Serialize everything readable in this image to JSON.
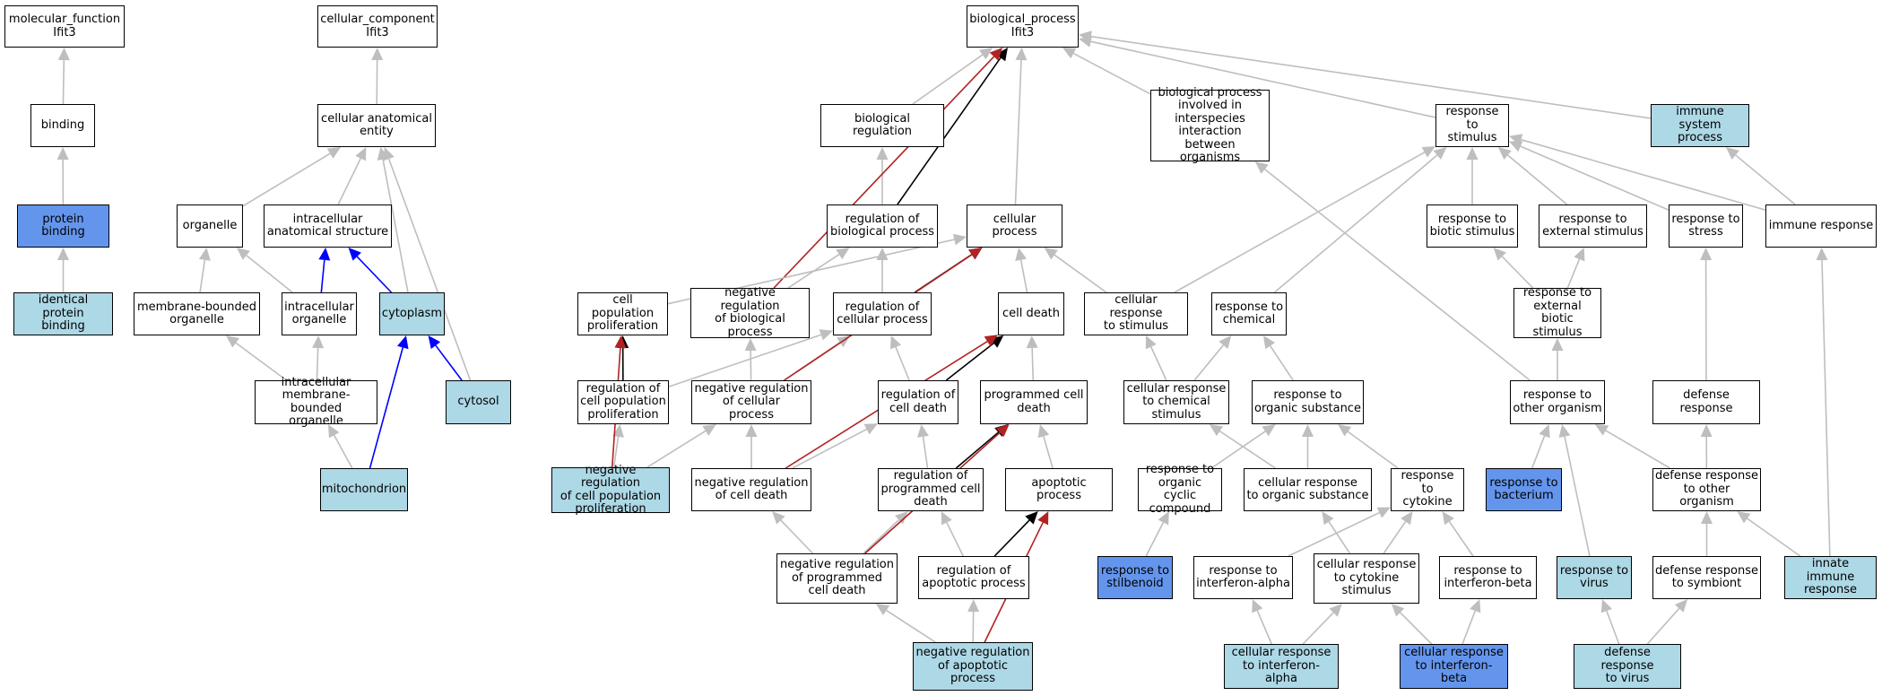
{
  "colors": {
    "light_fill": "#add8e6",
    "dark_fill": "#6495ed",
    "edge_gray": "#bebebe",
    "edge_black": "#000000",
    "edge_red": "#b22222",
    "edge_blue": "#0000ff"
  },
  "nodes": [
    {
      "id": "mf",
      "label": "molecular_function\nIfit3",
      "fill": "white"
    },
    {
      "id": "binding",
      "label": "binding",
      "fill": "white"
    },
    {
      "id": "protein_binding",
      "label": "protein binding",
      "fill": "dark"
    },
    {
      "id": "identical_protein_binding",
      "label": "identical protein\nbinding",
      "fill": "light"
    },
    {
      "id": "cc",
      "label": "cellular_component\nIfit3",
      "fill": "white"
    },
    {
      "id": "cae",
      "label": "cellular anatomical\nentity",
      "fill": "white"
    },
    {
      "id": "organelle",
      "label": "organelle",
      "fill": "white"
    },
    {
      "id": "ias",
      "label": "intracellular\nanatomical structure",
      "fill": "white"
    },
    {
      "id": "mbo",
      "label": "membrane-bounded\norganelle",
      "fill": "white"
    },
    {
      "id": "io",
      "label": "intracellular\norganelle",
      "fill": "white"
    },
    {
      "id": "cytoplasm",
      "label": "cytoplasm",
      "fill": "light"
    },
    {
      "id": "imbo",
      "label": "intracellular\nmembrane-bounded\norganelle",
      "fill": "white"
    },
    {
      "id": "cytosol",
      "label": "cytosol",
      "fill": "light"
    },
    {
      "id": "mito",
      "label": "mitochondrion",
      "fill": "light"
    },
    {
      "id": "bp",
      "label": "biological_process\nIfit3",
      "fill": "white"
    },
    {
      "id": "bioreg",
      "label": "biological regulation",
      "fill": "white"
    },
    {
      "id": "bpinter",
      "label": "biological process\ninvolved in\ninterspecies\ninteraction\nbetween organisms",
      "fill": "white"
    },
    {
      "id": "rts",
      "label": "response to\nstimulus",
      "fill": "white"
    },
    {
      "id": "isp",
      "label": "immune system\nprocess",
      "fill": "light"
    },
    {
      "id": "regbp",
      "label": "regulation of\nbiological process",
      "fill": "white"
    },
    {
      "id": "cellproc",
      "label": "cellular process",
      "fill": "white"
    },
    {
      "id": "rbs",
      "label": "response to\nbiotic stimulus",
      "fill": "white"
    },
    {
      "id": "res",
      "label": "response to\nexternal stimulus",
      "fill": "white"
    },
    {
      "id": "rstress",
      "label": "response to\nstress",
      "fill": "white"
    },
    {
      "id": "immresp",
      "label": "immune response",
      "fill": "white"
    },
    {
      "id": "cpp",
      "label": "cell population\nproliferation",
      "fill": "white"
    },
    {
      "id": "nrbp",
      "label": "negative regulation\nof biological\nprocess",
      "fill": "white"
    },
    {
      "id": "rcp",
      "label": "regulation of\ncellular process",
      "fill": "white"
    },
    {
      "id": "celldeath",
      "label": "cell death",
      "fill": "white"
    },
    {
      "id": "crs",
      "label": "cellular response\nto stimulus",
      "fill": "white"
    },
    {
      "id": "rchem",
      "label": "response to\nchemical",
      "fill": "white"
    },
    {
      "id": "rebs",
      "label": "response to\nexternal biotic\nstimulus",
      "fill": "white"
    },
    {
      "id": "rcpp",
      "label": "regulation of\ncell population\nproliferation",
      "fill": "white"
    },
    {
      "id": "nrcp",
      "label": "negative regulation\nof cellular\nprocess",
      "fill": "white"
    },
    {
      "id": "rcd",
      "label": "regulation of\ncell death",
      "fill": "white"
    },
    {
      "id": "pcd",
      "label": "programmed cell\ndeath",
      "fill": "white"
    },
    {
      "id": "crcs",
      "label": "cellular response\nto chemical\nstimulus",
      "fill": "white"
    },
    {
      "id": "ros",
      "label": "response to\norganic substance",
      "fill": "white"
    },
    {
      "id": "roo",
      "label": "response to\nother organism",
      "fill": "white"
    },
    {
      "id": "defresp",
      "label": "defense response",
      "fill": "white"
    },
    {
      "id": "nrcpp",
      "label": "negative regulation\nof cell population\nproliferation",
      "fill": "light"
    },
    {
      "id": "nrcd",
      "label": "negative regulation\nof cell death",
      "fill": "white"
    },
    {
      "id": "rpcd",
      "label": "regulation of\nprogrammed cell\ndeath",
      "fill": "white"
    },
    {
      "id": "apop",
      "label": "apoptotic process",
      "fill": "white"
    },
    {
      "id": "rocc",
      "label": "response to\norganic cyclic\ncompound",
      "fill": "white"
    },
    {
      "id": "cros",
      "label": "cellular response\nto organic substance",
      "fill": "white"
    },
    {
      "id": "rcyt",
      "label": "response to\ncytokine",
      "fill": "white"
    },
    {
      "id": "rbact",
      "label": "response to\nbacterium",
      "fill": "dark"
    },
    {
      "id": "droo",
      "label": "defense response\nto other organism",
      "fill": "white"
    },
    {
      "id": "nrpcd",
      "label": "negative regulation\nof programmed\ncell death",
      "fill": "white"
    },
    {
      "id": "rap",
      "label": "regulation of\napoptotic process",
      "fill": "white"
    },
    {
      "id": "rstil",
      "label": "response to\nstilbenoid",
      "fill": "dark"
    },
    {
      "id": "rifna",
      "label": "response to\ninterferon-alpha",
      "fill": "white"
    },
    {
      "id": "crcyt",
      "label": "cellular response\nto cytokine\nstimulus",
      "fill": "white"
    },
    {
      "id": "rifnb",
      "label": "response to\ninterferon-beta",
      "fill": "white"
    },
    {
      "id": "rvirus",
      "label": "response to\nvirus",
      "fill": "light"
    },
    {
      "id": "drsym",
      "label": "defense response\nto symbiont",
      "fill": "white"
    },
    {
      "id": "iir",
      "label": "innate immune\nresponse",
      "fill": "light"
    },
    {
      "id": "nrap",
      "label": "negative regulation\nof apoptotic\nprocess",
      "fill": "light"
    },
    {
      "id": "crifna",
      "label": "cellular response\nto interferon-alpha",
      "fill": "light"
    },
    {
      "id": "crifnb",
      "label": "cellular response\nto interferon-beta",
      "fill": "dark"
    },
    {
      "id": "drvirus",
      "label": "defense response\nto virus",
      "fill": "light"
    }
  ],
  "edges": [
    {
      "from": "binding",
      "to": "mf",
      "type": "is_a"
    },
    {
      "from": "protein_binding",
      "to": "binding",
      "type": "is_a"
    },
    {
      "from": "identical_protein_binding",
      "to": "protein_binding",
      "type": "is_a"
    },
    {
      "from": "cae",
      "to": "cc",
      "type": "is_a"
    },
    {
      "from": "organelle",
      "to": "cae",
      "type": "is_a"
    },
    {
      "from": "ias",
      "to": "cae",
      "type": "is_a"
    },
    {
      "from": "cytoplasm",
      "to": "cae",
      "type": "is_a"
    },
    {
      "from": "cytosol",
      "to": "cae",
      "type": "is_a"
    },
    {
      "from": "mbo",
      "to": "organelle",
      "type": "is_a"
    },
    {
      "from": "io",
      "to": "organelle",
      "type": "is_a"
    },
    {
      "from": "io",
      "to": "ias",
      "type": "part_of"
    },
    {
      "from": "cytoplasm",
      "to": "ias",
      "type": "part_of"
    },
    {
      "from": "imbo",
      "to": "mbo",
      "type": "is_a"
    },
    {
      "from": "imbo",
      "to": "io",
      "type": "is_a"
    },
    {
      "from": "cytosol",
      "to": "cytoplasm",
      "type": "part_of"
    },
    {
      "from": "mito",
      "to": "imbo",
      "type": "is_a"
    },
    {
      "from": "mito",
      "to": "cytoplasm",
      "type": "part_of"
    },
    {
      "from": "bioreg",
      "to": "bp",
      "type": "is_a"
    },
    {
      "from": "bpinter",
      "to": "bp",
      "type": "is_a"
    },
    {
      "from": "rts",
      "to": "bp",
      "type": "is_a"
    },
    {
      "from": "isp",
      "to": "bp",
      "type": "is_a"
    },
    {
      "from": "cellproc",
      "to": "bp",
      "type": "is_a"
    },
    {
      "from": "regbp",
      "to": "bioreg",
      "type": "is_a"
    },
    {
      "from": "regbp",
      "to": "bp",
      "type": "regulates"
    },
    {
      "from": "nrbp",
      "to": "bp",
      "type": "negatively_regulates"
    },
    {
      "from": "rbs",
      "to": "rts",
      "type": "is_a"
    },
    {
      "from": "res",
      "to": "rts",
      "type": "is_a"
    },
    {
      "from": "rstress",
      "to": "rts",
      "type": "is_a"
    },
    {
      "from": "immresp",
      "to": "rts",
      "type": "is_a"
    },
    {
      "from": "immresp",
      "to": "isp",
      "type": "is_a"
    },
    {
      "from": "crs",
      "to": "rts",
      "type": "is_a"
    },
    {
      "from": "rchem",
      "to": "rts",
      "type": "is_a"
    },
    {
      "from": "cpp",
      "to": "cellproc",
      "type": "is_a"
    },
    {
      "from": "celldeath",
      "to": "cellproc",
      "type": "is_a"
    },
    {
      "from": "crs",
      "to": "cellproc",
      "type": "is_a"
    },
    {
      "from": "nrbp",
      "to": "regbp",
      "type": "is_a"
    },
    {
      "from": "rcp",
      "to": "regbp",
      "type": "is_a"
    },
    {
      "from": "rcp",
      "to": "cellproc",
      "type": "regulates"
    },
    {
      "from": "nrcp",
      "to": "nrbp",
      "type": "is_a"
    },
    {
      "from": "nrcp",
      "to": "rcp",
      "type": "is_a"
    },
    {
      "from": "nrcp",
      "to": "cellproc",
      "type": "negatively_regulates"
    },
    {
      "from": "rcpp",
      "to": "rcp",
      "type": "is_a"
    },
    {
      "from": "rcpp",
      "to": "cpp",
      "type": "regulates"
    },
    {
      "from": "rcd",
      "to": "rcp",
      "type": "is_a"
    },
    {
      "from": "rcd",
      "to": "celldeath",
      "type": "regulates"
    },
    {
      "from": "pcd",
      "to": "celldeath",
      "type": "is_a"
    },
    {
      "from": "rebs",
      "to": "rbs",
      "type": "is_a"
    },
    {
      "from": "rebs",
      "to": "res",
      "type": "is_a"
    },
    {
      "from": "crcs",
      "to": "crs",
      "type": "is_a"
    },
    {
      "from": "crcs",
      "to": "rchem",
      "type": "is_a"
    },
    {
      "from": "ros",
      "to": "rchem",
      "type": "is_a"
    },
    {
      "from": "roo",
      "to": "rebs",
      "type": "is_a"
    },
    {
      "from": "roo",
      "to": "bpinter",
      "type": "is_a"
    },
    {
      "from": "defresp",
      "to": "rstress",
      "type": "is_a"
    },
    {
      "from": "nrcpp",
      "to": "rcpp",
      "type": "is_a"
    },
    {
      "from": "nrcpp",
      "to": "nrcp",
      "type": "is_a"
    },
    {
      "from": "nrcpp",
      "to": "cpp",
      "type": "negatively_regulates"
    },
    {
      "from": "nrcd",
      "to": "nrcp",
      "type": "is_a"
    },
    {
      "from": "nrcd",
      "to": "rcd",
      "type": "is_a"
    },
    {
      "from": "nrcd",
      "to": "celldeath",
      "type": "negatively_regulates"
    },
    {
      "from": "rpcd",
      "to": "rcd",
      "type": "is_a"
    },
    {
      "from": "rpcd",
      "to": "pcd",
      "type": "regulates"
    },
    {
      "from": "apop",
      "to": "pcd",
      "type": "is_a"
    },
    {
      "from": "rocc",
      "to": "ros",
      "type": "is_a"
    },
    {
      "from": "cros",
      "to": "crcs",
      "type": "is_a"
    },
    {
      "from": "cros",
      "to": "ros",
      "type": "is_a"
    },
    {
      "from": "rcyt",
      "to": "ros",
      "type": "is_a"
    },
    {
      "from": "rbact",
      "to": "roo",
      "type": "is_a"
    },
    {
      "from": "droo",
      "to": "roo",
      "type": "is_a"
    },
    {
      "from": "droo",
      "to": "defresp",
      "type": "is_a"
    },
    {
      "from": "nrpcd",
      "to": "nrcd",
      "type": "is_a"
    },
    {
      "from": "nrpcd",
      "to": "rpcd",
      "type": "is_a"
    },
    {
      "from": "nrpcd",
      "to": "pcd",
      "type": "negatively_regulates"
    },
    {
      "from": "rap",
      "to": "rpcd",
      "type": "is_a"
    },
    {
      "from": "rap",
      "to": "apop",
      "type": "regulates"
    },
    {
      "from": "rstil",
      "to": "rocc",
      "type": "is_a"
    },
    {
      "from": "rifna",
      "to": "rcyt",
      "type": "is_a"
    },
    {
      "from": "crcyt",
      "to": "cros",
      "type": "is_a"
    },
    {
      "from": "crcyt",
      "to": "rcyt",
      "type": "is_a"
    },
    {
      "from": "rifnb",
      "to": "rcyt",
      "type": "is_a"
    },
    {
      "from": "rvirus",
      "to": "roo",
      "type": "is_a"
    },
    {
      "from": "drsym",
      "to": "droo",
      "type": "is_a"
    },
    {
      "from": "iir",
      "to": "droo",
      "type": "is_a"
    },
    {
      "from": "iir",
      "to": "immresp",
      "type": "is_a"
    },
    {
      "from": "nrap",
      "to": "nrpcd",
      "type": "is_a"
    },
    {
      "from": "nrap",
      "to": "rap",
      "type": "is_a"
    },
    {
      "from": "nrap",
      "to": "apop",
      "type": "negatively_regulates"
    },
    {
      "from": "crifna",
      "to": "rifna",
      "type": "is_a"
    },
    {
      "from": "crifna",
      "to": "crcyt",
      "type": "is_a"
    },
    {
      "from": "crifnb",
      "to": "crcyt",
      "type": "is_a"
    },
    {
      "from": "crifnb",
      "to": "rifnb",
      "type": "is_a"
    },
    {
      "from": "drvirus",
      "to": "rvirus",
      "type": "is_a"
    },
    {
      "from": "drvirus",
      "to": "drsym",
      "type": "is_a"
    }
  ]
}
